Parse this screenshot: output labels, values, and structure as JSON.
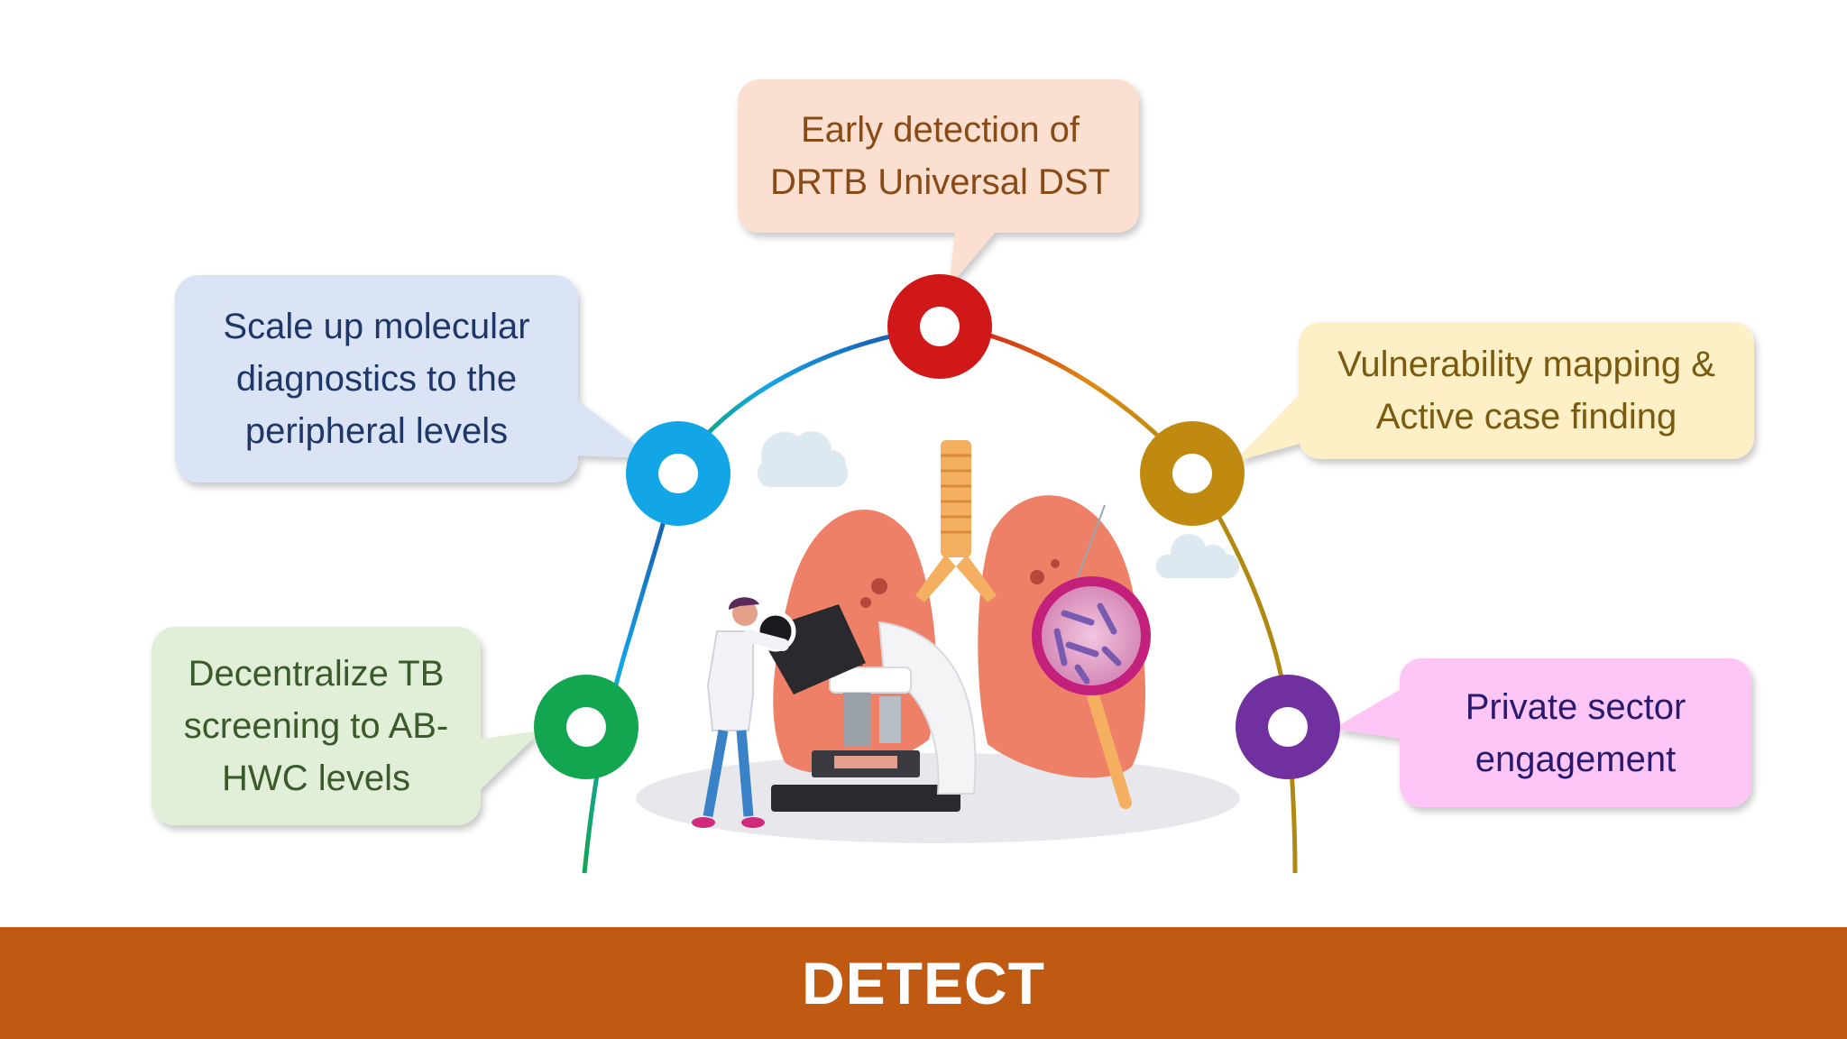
{
  "steps": {
    "top": {
      "lines": [
        "Early detection of",
        "DRTB Universal DST"
      ],
      "color": "#d01818",
      "fill": "#fbe0d2"
    },
    "left": {
      "lines": [
        "Scale up molecular",
        "diagnostics to the",
        "peripheral levels"
      ],
      "color": "#12a6e6",
      "fill": "#dbe4f4"
    },
    "right": {
      "lines": [
        "Vulnerability mapping &",
        "Active case finding"
      ],
      "color": "#c08a10",
      "fill": "#fdf0c6"
    },
    "bottom_left": {
      "lines": [
        "Decentralize TB",
        "screening to AB-",
        "HWC levels"
      ],
      "color": "#12a650",
      "fill": "#e2efd8"
    },
    "bottom_right": {
      "lines": [
        "Private sector",
        "engagement"
      ],
      "color": "#7030a0",
      "fill": "#fdc6f6"
    }
  },
  "footer": {
    "label": "DETECT",
    "color": "#c05a12"
  }
}
